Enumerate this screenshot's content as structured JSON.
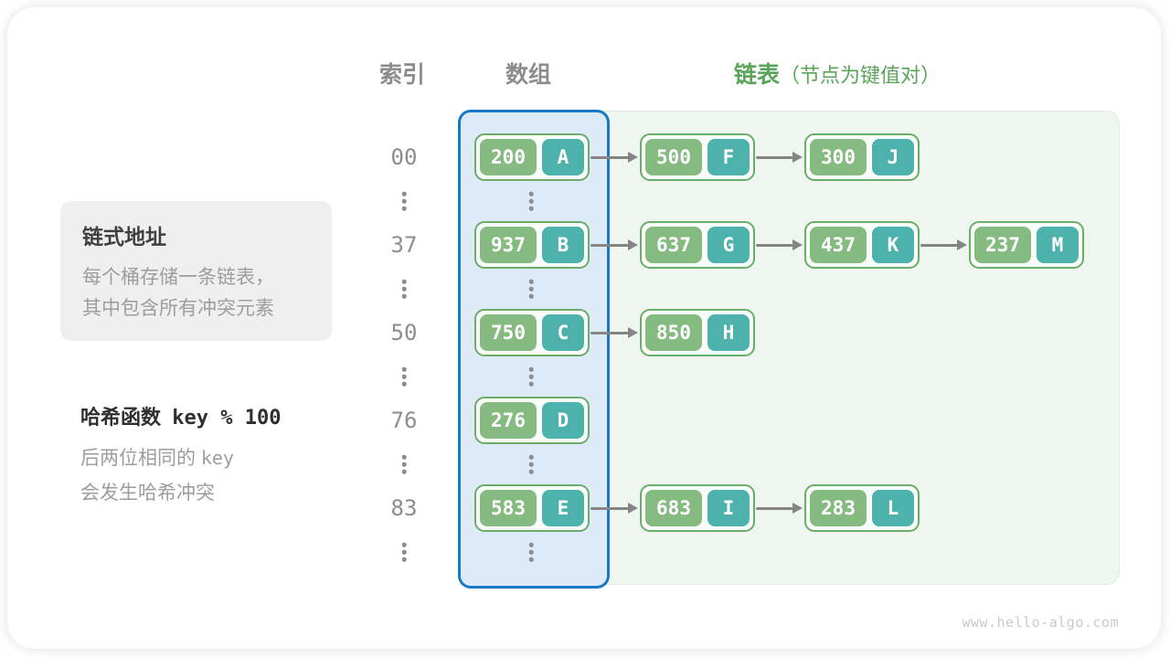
{
  "header": {
    "index_label": "索引",
    "array_label": "数组",
    "list_label": "链表",
    "list_note": "（节点为键值对）"
  },
  "info_box": {
    "title": "链式地址",
    "line1": "每个桶存储一条链表，",
    "line2": "其中包含所有冲突元素"
  },
  "hash_info": {
    "title_text": "哈希函数",
    "title_code": "key % 100",
    "note_line1_text": "后两位相同的",
    "note_line1_code": "key",
    "note_line2": "会发生哈希冲突"
  },
  "watermark": "www.hello-algo.com",
  "colors": {
    "header_gray": "#8c8c8c",
    "header_green": "#5ba55b",
    "key_cell": "#85bb81",
    "value_cell": "#4db1ac",
    "node_border": "#6aad68",
    "node_fill": "#fbfdfa",
    "array_panel_border": "#1779c4",
    "array_panel_fill": "#dcebf7",
    "list_panel_fill": "#eff6ef",
    "arrow": "#858585"
  },
  "hash_table": {
    "rows": [
      {
        "index": "00",
        "nodes": [
          {
            "key": "200",
            "value": "A"
          },
          {
            "key": "500",
            "value": "F"
          },
          {
            "key": "300",
            "value": "J"
          }
        ]
      },
      {
        "index": "37",
        "nodes": [
          {
            "key": "937",
            "value": "B"
          },
          {
            "key": "637",
            "value": "G"
          },
          {
            "key": "437",
            "value": "K"
          },
          {
            "key": "237",
            "value": "M"
          }
        ]
      },
      {
        "index": "50",
        "nodes": [
          {
            "key": "750",
            "value": "C"
          },
          {
            "key": "850",
            "value": "H"
          }
        ]
      },
      {
        "index": "76",
        "nodes": [
          {
            "key": "276",
            "value": "D"
          }
        ]
      },
      {
        "index": "83",
        "nodes": [
          {
            "key": "583",
            "value": "E"
          },
          {
            "key": "683",
            "value": "I"
          },
          {
            "key": "283",
            "value": "L"
          }
        ]
      }
    ]
  }
}
